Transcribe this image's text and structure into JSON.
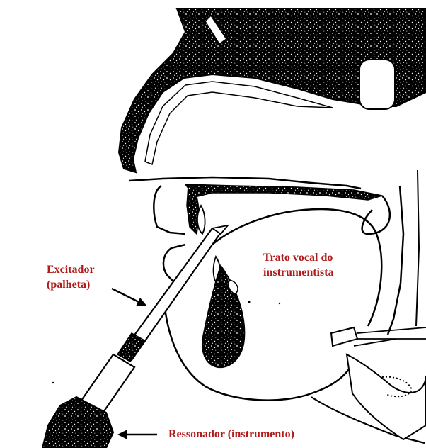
{
  "colors": {
    "label": "#b01c1c",
    "ink": "#000000",
    "speckle": "#ffffff"
  },
  "labels": {
    "excitador_line1": "Excitador",
    "excitador_line2": "(palheta)",
    "trato_line1": "Trato vocal do",
    "trato_line2": "instrumentista",
    "ressonador": "Ressonador (instrumento)"
  }
}
